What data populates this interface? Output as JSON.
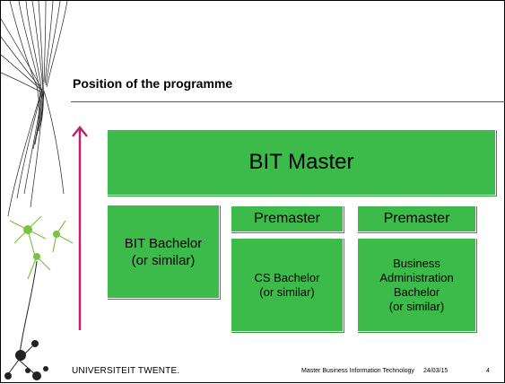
{
  "slide": {
    "title": "Position of the programme",
    "accent_color": "#c0236e",
    "box_color": "#3dbb4a"
  },
  "diagram": {
    "master": "BIT Master",
    "bit_bachelor": "BIT Bachelor\n(or similar)",
    "premaster_1": "Premaster",
    "premaster_2": "Premaster",
    "cs_bachelor": "CS Bachelor\n(or similar)",
    "ba_bachelor": "Business\nAdministration\nBachelor\n(or similar)"
  },
  "footer": {
    "logo_text": "UNIVERSITEIT TWENTE.",
    "course": "Master Business Information Technology",
    "date": "24/03/15",
    "page": "4"
  },
  "icons": [
    "arrow-up-icon",
    "decorative-line-art",
    "neuron-illustration"
  ]
}
